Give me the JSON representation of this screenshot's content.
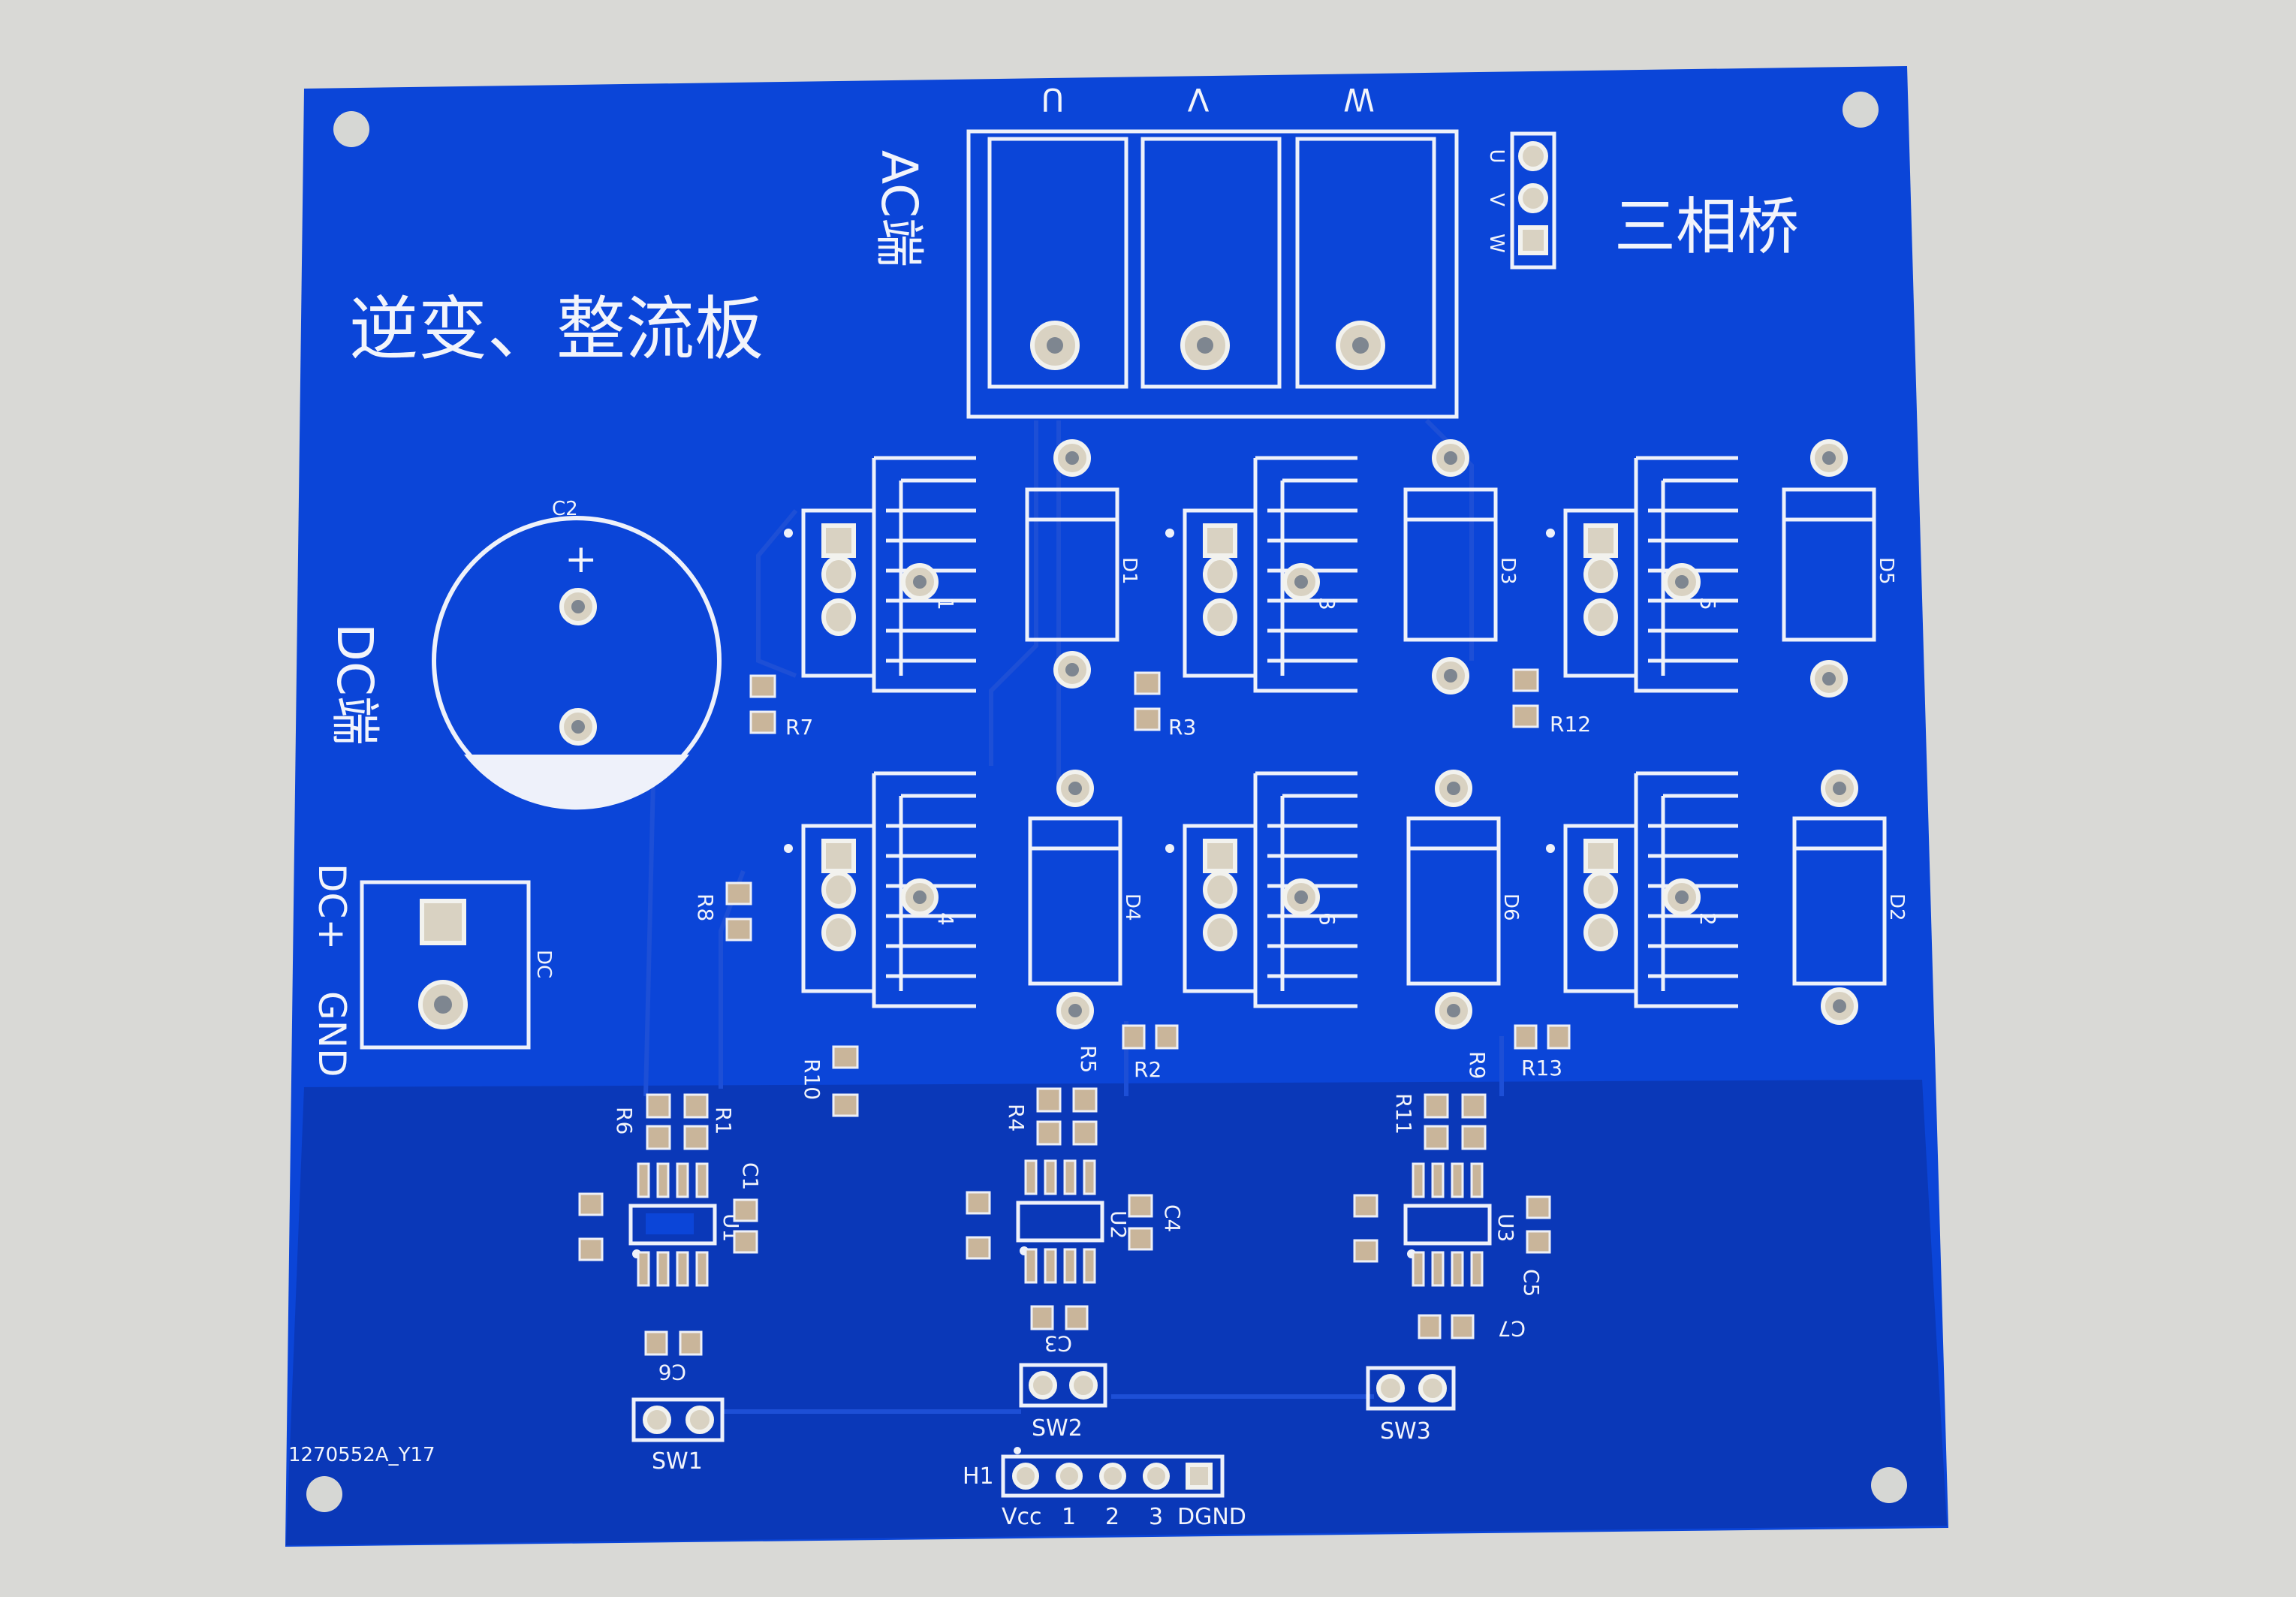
{
  "board": {
    "title": "逆变、整流板",
    "subtitle": "三相桥",
    "ac_label": "AC端",
    "dc_label": "DC端",
    "dc_plus": "DC+",
    "gnd": "GND",
    "dc_connector": "DC",
    "part_code": "1270552A_Y17"
  },
  "phases": {
    "u": "U",
    "v": "V",
    "w": "W"
  },
  "header_pins": {
    "u": "U",
    "v": "V",
    "w": "W"
  },
  "capacitor": {
    "ref": "C2",
    "polarity": "+"
  },
  "mosfets": [
    "1",
    "3",
    "5",
    "4",
    "6",
    "2"
  ],
  "diodes": [
    "D1",
    "D3",
    "D5",
    "D4",
    "D6",
    "D2"
  ],
  "resistors": [
    "R1",
    "R2",
    "R3",
    "R4",
    "R5",
    "R6",
    "R7",
    "R8",
    "R9",
    "R10",
    "R11",
    "R12",
    "R13"
  ],
  "capacitors": [
    "C1",
    "C3",
    "C4",
    "C5",
    "C6",
    "C7"
  ],
  "ics": [
    "U1",
    "U2",
    "U3"
  ],
  "switches": [
    "SW1",
    "SW2",
    "SW3"
  ],
  "header": {
    "ref": "H1",
    "pins": [
      "Vcc",
      "1",
      "2",
      "3",
      "DGND"
    ]
  },
  "colors": {
    "board": "#0b45d8",
    "ground_plane": "#0a38b8",
    "silkscreen": "#f2f4fb",
    "background": "#d9d9d6"
  }
}
